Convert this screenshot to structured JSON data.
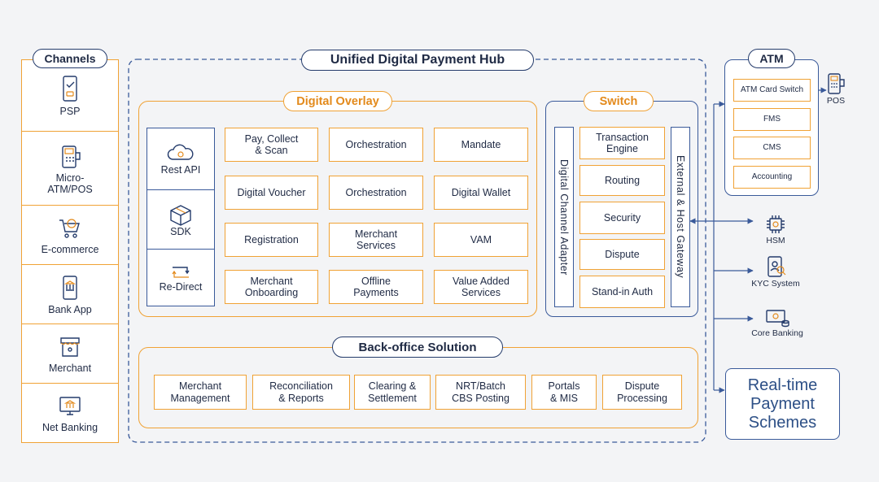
{
  "hub_title": "Unified Digital Payment Hub",
  "channels": {
    "title": "Channels",
    "items": [
      {
        "label": "PSP",
        "icon": "phone-check-icon"
      },
      {
        "label": "Micro-\nATM/POS",
        "icon": "pos-terminal-icon"
      },
      {
        "label": "E-commerce",
        "icon": "cart-globe-icon"
      },
      {
        "label": "Bank App",
        "icon": "mobile-bank-icon"
      },
      {
        "label": "Merchant",
        "icon": "shop-icon"
      },
      {
        "label": "Net Banking",
        "icon": "computer-bank-icon"
      }
    ]
  },
  "digital_overlay": {
    "title": "Digital Overlay",
    "apis": [
      {
        "label": "Rest API",
        "icon": "cloud-gear-icon"
      },
      {
        "label": "SDK",
        "icon": "box-icon"
      },
      {
        "label": "Re-Direct",
        "icon": "redirect-arrows-icon"
      }
    ],
    "grid": [
      [
        "Pay, Collect\n& Scan",
        "Orchestration",
        "Mandate"
      ],
      [
        "Digital Voucher",
        "Orchestration",
        "Digital Wallet"
      ],
      [
        "Registration",
        "Merchant\nServices",
        "VAM"
      ],
      [
        "Merchant\nOnboarding",
        "Offline\nPayments",
        "Value Added\nServices"
      ]
    ]
  },
  "switch": {
    "title": "Switch",
    "left_adapter": "Digital Channel Adapter",
    "right_gateway": "External & Host Gateway",
    "items": [
      "Transaction\nEngine",
      "Routing",
      "Security",
      "Dispute",
      "Stand-in Auth"
    ]
  },
  "back_office": {
    "title": "Back-office Solution",
    "items": [
      "Merchant\nManagement",
      "Reconciliation\n& Reports",
      "Clearing &\nSettlement",
      "NRT/Batch\nCBS Posting",
      "Portals\n& MIS",
      "Dispute\nProcessing"
    ]
  },
  "atm": {
    "title": "ATM",
    "items": [
      "ATM Card Switch",
      "FMS",
      "CMS",
      "Accounting"
    ],
    "pos_label": "POS"
  },
  "external": [
    {
      "label": "HSM",
      "icon": "chip-icon"
    },
    {
      "label": "KYC System",
      "icon": "kyc-id-icon"
    },
    {
      "label": "Core Banking",
      "icon": "core-banking-icon"
    }
  ],
  "realtime": "Real-time\nPayment\nSchemes",
  "colors": {
    "orange": "#f0a235",
    "navy": "#243b6b",
    "background": "#f3f4f6"
  }
}
